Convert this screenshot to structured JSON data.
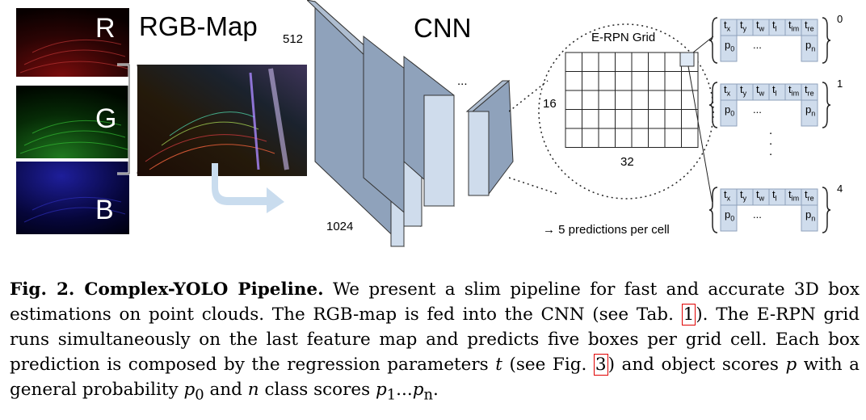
{
  "figure": {
    "channels": [
      "R",
      "G",
      "B"
    ],
    "rgb_map_title": "RGB-Map",
    "cnn_title": "CNN",
    "dim_512": "512",
    "dim_1024": "1024",
    "ellipsis": "...",
    "grid_title": "E-RPN Grid",
    "grid_rows_label": "16",
    "grid_cols_label": "32",
    "predictions_note": "→ 5 predictions per cell",
    "params": [
      "t",
      "t",
      "t",
      "t",
      "t",
      "t"
    ],
    "param_subs": [
      "x",
      "y",
      "w",
      "l",
      "im",
      "re"
    ],
    "p0": "p",
    "p0_sub": "0",
    "pdots": "...",
    "pn": "p",
    "pn_sub": "n",
    "pred_indices": [
      "0",
      "1",
      "4"
    ],
    "vdots": ".\n.\n.",
    "colors": {
      "grid_fill": "#dfe9f5",
      "cube_front": "#cfdcec",
      "cube_side": "#8fa2bb",
      "cube_top": "#aebdd0",
      "arrow": "#c9dcee",
      "ref_box": "#e00000"
    }
  },
  "caption": {
    "label": "Fig. 2. Complex-YOLO Pipeline.",
    "line1": "We present a slim pipeline for fast and accurate 3D box estimations on point clouds. The RGB-map is fed into the CNN (see Tab.",
    "ref1": "1",
    "line2": "). The E-RPN grid runs simultaneously on the last feature map and predicts five boxes per grid cell. Each box prediction is composed by the regression parameters",
    "t": "t",
    "line3": "(see Fig.",
    "ref2": "3",
    "line4": ") and object scores",
    "p": "p",
    "line5": "with a general probability",
    "p0": "p",
    "p0_sub": "0",
    "line6": "and",
    "n": "n",
    "line7": "class scores",
    "p1": "p",
    "p1_sub": "1",
    "dots": "...",
    "pn": "p",
    "pn_sub": "n",
    "end": "."
  }
}
